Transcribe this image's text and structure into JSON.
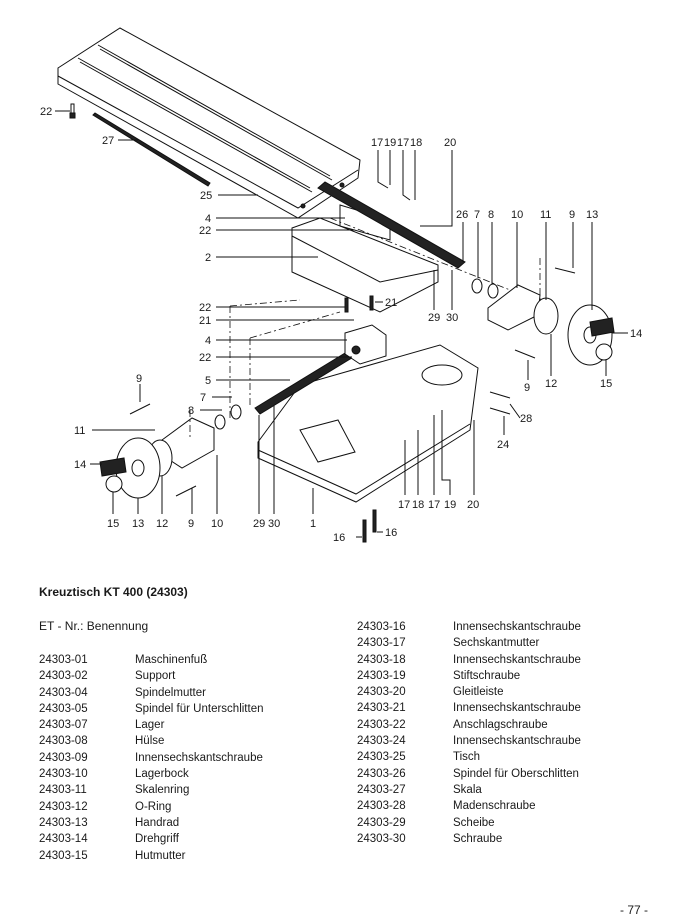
{
  "document": {
    "title": "Kreuztisch KT 400 (24303)",
    "list_header": "ET - Nr.: Benennung",
    "page_number": "- 77 -"
  },
  "parts_left": [
    {
      "nr": "24303-01",
      "name": "Maschinenfuß"
    },
    {
      "nr": "24303-02",
      "name": "Support"
    },
    {
      "nr": "24303-04",
      "name": "Spindelmutter"
    },
    {
      "nr": "24303-05",
      "name": "Spindel für Unterschlitten"
    },
    {
      "nr": "24303-07",
      "name": "Lager"
    },
    {
      "nr": "24303-08",
      "name": "Hülse"
    },
    {
      "nr": "24303-09",
      "name": "Innensechskantschraube"
    },
    {
      "nr": "24303-10",
      "name": "Lagerbock"
    },
    {
      "nr": "24303-11",
      "name": "Skalenring"
    },
    {
      "nr": "24303-12",
      "name": "O-Ring"
    },
    {
      "nr": "24303-13",
      "name": "Handrad"
    },
    {
      "nr": "24303-14",
      "name": "Drehgriff"
    },
    {
      "nr": "24303-15",
      "name": "Hutmutter"
    }
  ],
  "parts_right": [
    {
      "nr": "24303-16",
      "name": "Innensechskantschraube"
    },
    {
      "nr": "24303-17",
      "name": "Sechskantmutter"
    },
    {
      "nr": "24303-18",
      "name": "Innensechskantschraube"
    },
    {
      "nr": "24303-19",
      "name": "Stiftschraube"
    },
    {
      "nr": "24303-20",
      "name": "Gleitleiste"
    },
    {
      "nr": "24303-21",
      "name": "Innensechskantschraube"
    },
    {
      "nr": "24303-22",
      "name": "Anschlagschraube"
    },
    {
      "nr": "24303-24",
      "name": "Innensechskantschraube"
    },
    {
      "nr": "24303-25",
      "name": "Tisch"
    },
    {
      "nr": "24303-26",
      "name": "Spindel für Oberschlitten"
    },
    {
      "nr": "24303-27",
      "name": "Skala"
    },
    {
      "nr": "24303-28",
      "name": "Madenschraube"
    },
    {
      "nr": "24303-29",
      "name": "Scheibe"
    },
    {
      "nr": "24303-30",
      "name": "Schraube"
    }
  ],
  "callouts": {
    "c22a": "22",
    "c27": "27",
    "c25": "25",
    "c17a": "17",
    "c19a": "19",
    "c17b": "17",
    "c18a": "18",
    "c20a": "20",
    "c4a": "4",
    "c22b": "22",
    "c2": "2",
    "c26": "26",
    "c7a": "7",
    "c8a": "8",
    "c10a": "10",
    "c11a": "11",
    "c9a": "9",
    "c13a": "13",
    "c14a": "14",
    "c15a": "15",
    "c12a": "12",
    "c9b": "9",
    "c21a": "21",
    "c29a": "29",
    "c30a": "30",
    "c22c": "22",
    "c21b": "21",
    "c4b": "4",
    "c22d": "22",
    "c5": "5",
    "c7b": "7",
    "c8b": "8",
    "c9c": "9",
    "c11b": "11",
    "c14b": "14",
    "c15b": "15",
    "c13b": "13",
    "c12b": "12",
    "c9d": "9",
    "c10b": "10",
    "c29b": "29",
    "c30b": "30",
    "c1": "1",
    "c28": "28",
    "c24": "24",
    "c17c": "17",
    "c18b": "18",
    "c17d": "17",
    "c19b": "19",
    "c20b": "20",
    "c16a": "16",
    "c16b": "16"
  }
}
